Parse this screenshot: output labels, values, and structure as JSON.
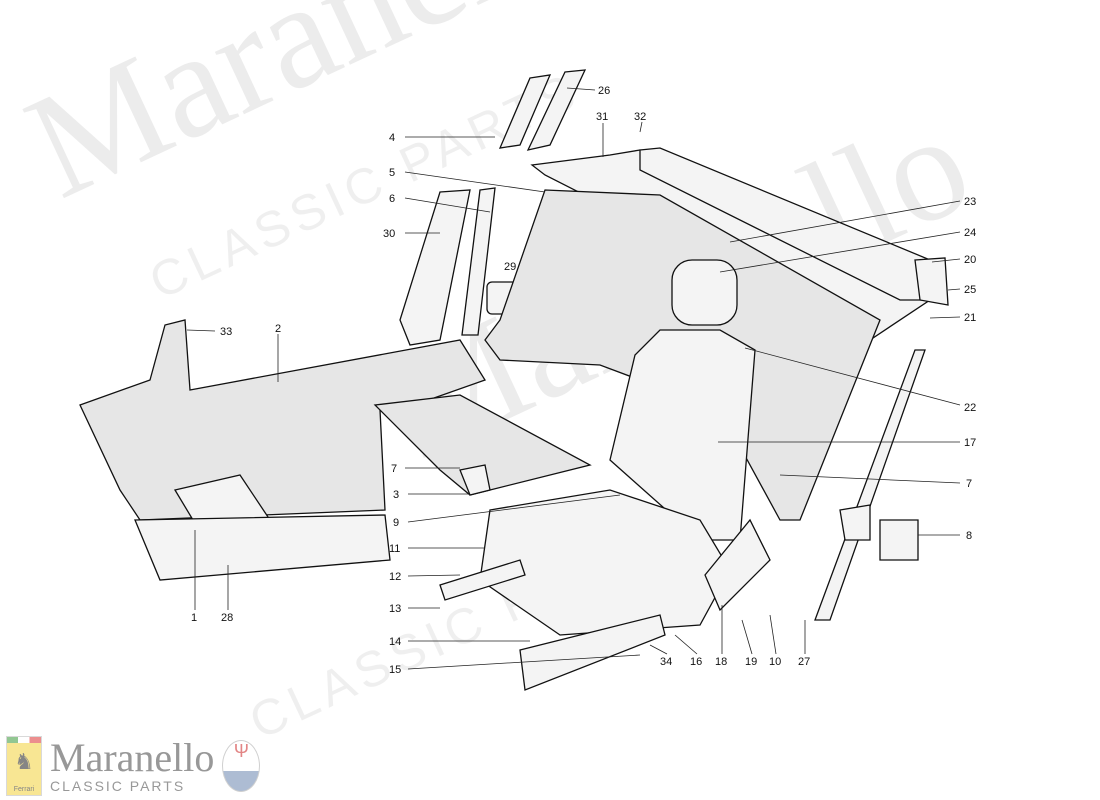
{
  "watermark": {
    "brand": "Maranello",
    "sub": "CLASSIC PARTS",
    "maserati": "MASERATI",
    "ferrari": "Ferrari"
  },
  "callouts": [
    "4",
    "26",
    "31",
    "32",
    "5",
    "6",
    "23",
    "24",
    "20",
    "25",
    "21",
    "30",
    "29",
    "33",
    "2",
    "22",
    "17",
    "7",
    "7",
    "3",
    "9",
    "8",
    "11",
    "12",
    "13",
    "14",
    "15",
    "1",
    "28",
    "34",
    "16",
    "18",
    "19",
    "10",
    "27"
  ],
  "icons": {
    "ferrari": "prancing-horse-shield-icon",
    "maserati": "trident-oval-icon"
  }
}
